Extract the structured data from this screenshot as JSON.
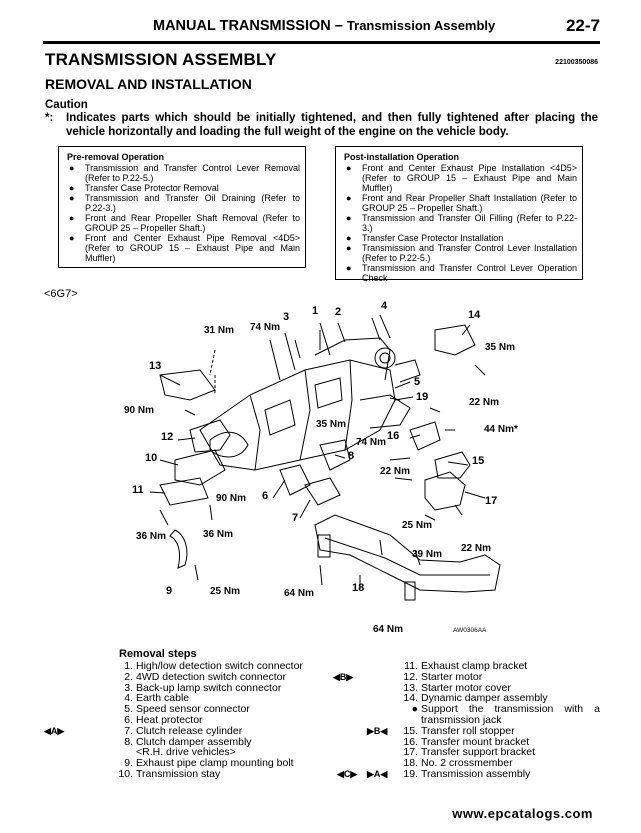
{
  "header": {
    "section": "MANUAL TRANSMISSION",
    "separator": "–",
    "subsection": "Transmission Assembly",
    "page": "22-7"
  },
  "title": "TRANSMISSION ASSEMBLY",
  "doc_code": "22100350086",
  "subtitle": "REMOVAL AND INSTALLATION",
  "caution": {
    "heading": "Caution",
    "marker": "*:",
    "text": "Indicates parts which should be initially tightened, and then fully tightened after placing the vehicle horizontally and loading the full weight of the engine on the vehicle body."
  },
  "pre_removal": {
    "heading": "Pre-removal Operation",
    "items": [
      "Transmission and Transfer Control Lever Removal (Refer to P.22-5.)",
      "Transfer Case Protector Removal",
      "Transmission and Transfer Oil Draining (Refer to P.22-3.)",
      "Front and Rear Propeller Shaft Removal (Refer to GROUP 25 – Propeller Shaft.)",
      "Front and Center Exhaust Pipe Removal <4D5> (Refer to GROUP 15 – Exhaust Pipe and Main Muffler)"
    ]
  },
  "post_installation": {
    "heading": "Post-installation Operation",
    "items": [
      "Front and Center Exhaust Pipe Installation <4D5> (Refer to GROUP 15 – Exhaust Pipe and Main Muffler)",
      "Front and Rear Propeller Shaft Installation (Refer to GROUP 25 – Propeller Shaft.)",
      "Transmission and Transfer Oil Filling (Refer to P.22-3.)",
      "Transfer Case Protector Installation",
      "Transmission and Transfer Control Lever Installation (Refer to P.22-5.)",
      "Transmission and Transfer Control Lever Operation Check"
    ]
  },
  "bullet": "●",
  "model_tag": "<6G7>",
  "diagram": {
    "code": "AW0306AA",
    "torques": {
      "t31": "31 Nm",
      "t74": "74 Nm",
      "t35a": "35 Nm",
      "t90a": "90 Nm",
      "t35b": "35 Nm",
      "t74b": "74 Nm",
      "t22a": "22 Nm",
      "t44": "44 Nm*",
      "t90b": "90 Nm",
      "t22b": "22 Nm",
      "t25a": "25 Nm",
      "t39": "39 Nm",
      "t22c": "22 Nm",
      "t36a": "36 Nm",
      "t36b": "36 Nm",
      "t25b": "25 Nm",
      "t64a": "64 Nm",
      "t64b": "64 Nm"
    },
    "numbers": {
      "n1": "1",
      "n2": "2",
      "n3": "3",
      "n4": "4",
      "n5": "5",
      "n6": "6",
      "n7": "7",
      "n8": "8",
      "n9": "9",
      "n10": "10",
      "n11": "11",
      "n12": "12",
      "n13": "13",
      "n14": "14",
      "n15": "15",
      "n16": "16",
      "n17": "17",
      "n18": "18",
      "n19": "19"
    }
  },
  "steps_heading": "Removal steps",
  "steps_left": [
    {
      "n": "1.",
      "t": "High/low detection switch connector"
    },
    {
      "n": "2.",
      "t": "4WD detection switch connector"
    },
    {
      "n": "3.",
      "t": "Back-up lamp switch connector"
    },
    {
      "n": "4.",
      "t": "Earth cable"
    },
    {
      "n": "5.",
      "t": "Speed sensor connector"
    },
    {
      "n": "6.",
      "t": "Heat protector"
    },
    {
      "n": "7.",
      "t": "Clutch release cylinder"
    },
    {
      "n": "8.",
      "t": "Clutch damper assembly"
    },
    {
      "n": "",
      "t": "<R.H. drive vehicles>"
    },
    {
      "n": "9.",
      "t": "Exhaust pipe clamp mounting bolt"
    },
    {
      "n": "10.",
      "t": "Transmission stay"
    }
  ],
  "steps_right": [
    {
      "n": "11.",
      "t": "Exhaust clamp bracket"
    },
    {
      "n": "12.",
      "t": "Starter motor"
    },
    {
      "n": "13.",
      "t": "Starter motor cover"
    },
    {
      "n": "14.",
      "t": "Dynamic damper assembly"
    },
    {
      "n": "●",
      "t": "Support the transmission with a transmission jack"
    },
    {
      "n": "15.",
      "t": "Transfer roll stopper"
    },
    {
      "n": "16.",
      "t": "Transfer mount bracket"
    },
    {
      "n": "17.",
      "t": "Transfer support bracket"
    },
    {
      "n": "18.",
      "t": "No. 2 crossmember"
    },
    {
      "n": "19.",
      "t": "Transmission assembly"
    }
  ],
  "marks": {
    "a": "◀A▶",
    "b": "◀B▶",
    "b2": "▶B◀",
    "c": "◀C▶",
    "a2": "▶A◀"
  },
  "footer": "www.epcatalogs.com"
}
